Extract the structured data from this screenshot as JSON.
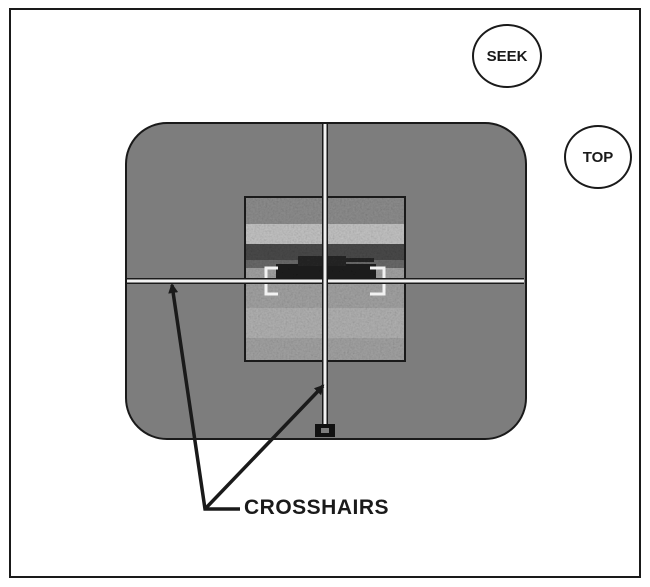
{
  "buttons": {
    "seek": "SEEK",
    "top": "TOP"
  },
  "callout": {
    "label": "CROSSHAIRS"
  },
  "colors": {
    "screen_fill": "#7d7d7d",
    "crosshair": "#f2f2f2",
    "outline": "#1a1a1a"
  }
}
